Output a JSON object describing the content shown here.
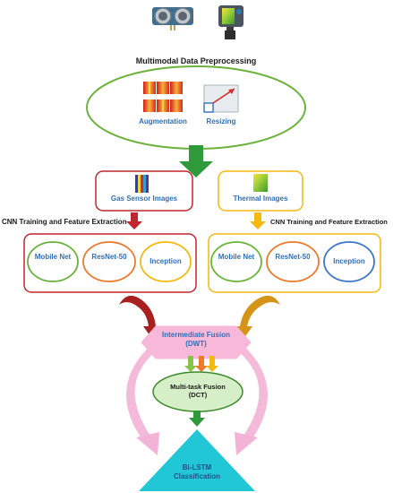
{
  "title": "Multimodal Data Preprocessing",
  "preprocessing": {
    "augmentation_label": "Augmentation",
    "resizing_label": "Resizing"
  },
  "left_branch": {
    "input_label": "Gas Sensor Images",
    "stage_label": "CNN Training and Feature Extraction",
    "models": [
      "Mobile Net",
      "ResNet-50",
      "Inception"
    ]
  },
  "right_branch": {
    "input_label": "Thermal Images",
    "stage_label": "CNN Training and Feature Extraction",
    "models": [
      "Mobile Net",
      "ResNet-50",
      "Inception"
    ]
  },
  "intermediate_fusion": "Intermediate Fusion (DWT)",
  "multitask_fusion": "Multi-task Fusion (DCT)",
  "classifier": "Bi-LSTM Classification",
  "colors": {
    "green": "#6bb23c",
    "red": "#c0272d",
    "yellow": "#f2b90f",
    "orange": "#ec7a2b",
    "blue": "#3f76c8",
    "blue_text": "#2f6fb8",
    "pink": "#f3aed3",
    "cyan": "#22c7d6",
    "mint_fill": "#d7efc9",
    "dark_green_arrow": "#2f9a3a",
    "gold_arrow": "#e0a11a"
  }
}
